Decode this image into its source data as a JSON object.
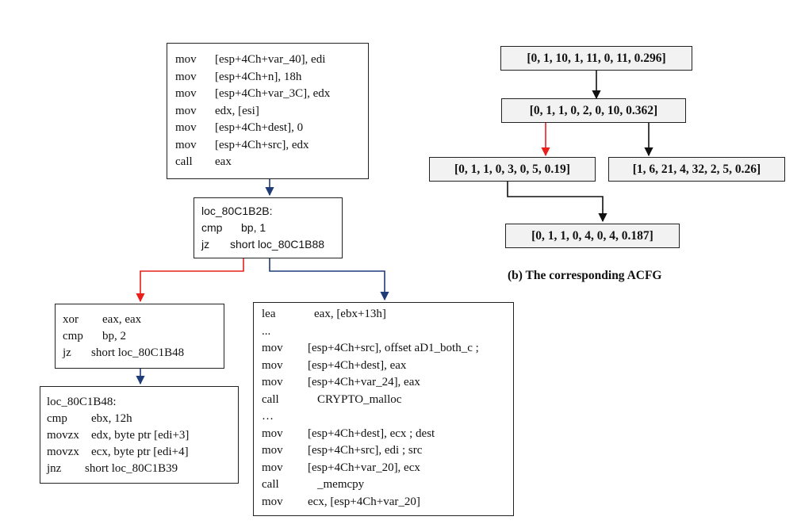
{
  "cfg": {
    "block_a": [
      {
        "op": "mov",
        "arg": "[esp+4Ch+var_40], edi"
      },
      {
        "op": "mov",
        "arg": "[esp+4Ch+n], 18h"
      },
      {
        "op": "mov",
        "arg": "[esp+4Ch+var_3C], edx"
      },
      {
        "op": "mov",
        "arg": "edx, [esi]"
      },
      {
        "op": "mov",
        "arg": "[esp+4Ch+dest], 0"
      },
      {
        "op": "mov",
        "arg": "[esp+4Ch+src], edx"
      },
      {
        "op": "call",
        "arg": "eax"
      }
    ],
    "block_b": [
      {
        "op": "loc_80C1B2B:",
        "arg": ""
      },
      {
        "op": "cmp",
        "arg": "bp, 1"
      },
      {
        "op": "jz",
        "arg": "short loc_80C1B88"
      }
    ],
    "block_c": [
      {
        "op": "xor",
        "arg": "eax, eax"
      },
      {
        "op": "cmp",
        "arg": "bp, 2"
      },
      {
        "op": "jz",
        "arg": "short loc_80C1B48"
      }
    ],
    "block_d": [
      {
        "op": "loc_80C1B48:",
        "arg": ""
      },
      {
        "op": "cmp",
        "arg": "ebx, 12h"
      },
      {
        "op": "movzx",
        "arg": "edx, byte ptr [edi+3]"
      },
      {
        "op": "movzx",
        "arg": "ecx, byte ptr [edi+4]"
      },
      {
        "op": "jnz",
        "arg": "short loc_80C1B39"
      }
    ],
    "block_e": [
      {
        "op": "lea",
        "arg": "eax, [ebx+13h]"
      },
      {
        "op": "...",
        "arg": ""
      },
      {
        "op": "mov",
        "arg": "[esp+4Ch+src], offset aD1_both_c ;"
      },
      {
        "op": "mov",
        "arg": "[esp+4Ch+dest], eax"
      },
      {
        "op": "mov",
        "arg": "[esp+4Ch+var_24], eax"
      },
      {
        "op": "call",
        "arg": "CRYPTO_malloc"
      },
      {
        "op": "…",
        "arg": ""
      },
      {
        "op": "mov",
        "arg": "[esp+4Ch+dest], ecx ; dest"
      },
      {
        "op": "mov",
        "arg": "[esp+4Ch+src], edi ; src"
      },
      {
        "op": "mov",
        "arg": "[esp+4Ch+var_20], ecx"
      },
      {
        "op": "call",
        "arg": "_memcpy"
      },
      {
        "op": "mov",
        "arg": "ecx, [esp+4Ch+var_20]"
      }
    ]
  },
  "acfg": {
    "nodes": {
      "n1": "[0, 1, 10, 1, 11, 0, 11, 0.296]",
      "n2": "[0, 1, 1, 0, 2, 0, 10, 0.362]",
      "n3": "[0, 1, 1, 0, 3, 0, 5, 0.19]",
      "n4": "[1, 6, 21, 4, 32, 2, 5, 0.26]",
      "n5": "[0, 1, 1, 0, 4, 0, 4, 0.187]"
    },
    "caption": "(b) The corresponding ACFG"
  },
  "colors": {
    "true_edge": "#e8201c",
    "false_edge": "#1f3b78",
    "acfg_edge": "#111111",
    "node_fill": "#f2f2f2"
  }
}
